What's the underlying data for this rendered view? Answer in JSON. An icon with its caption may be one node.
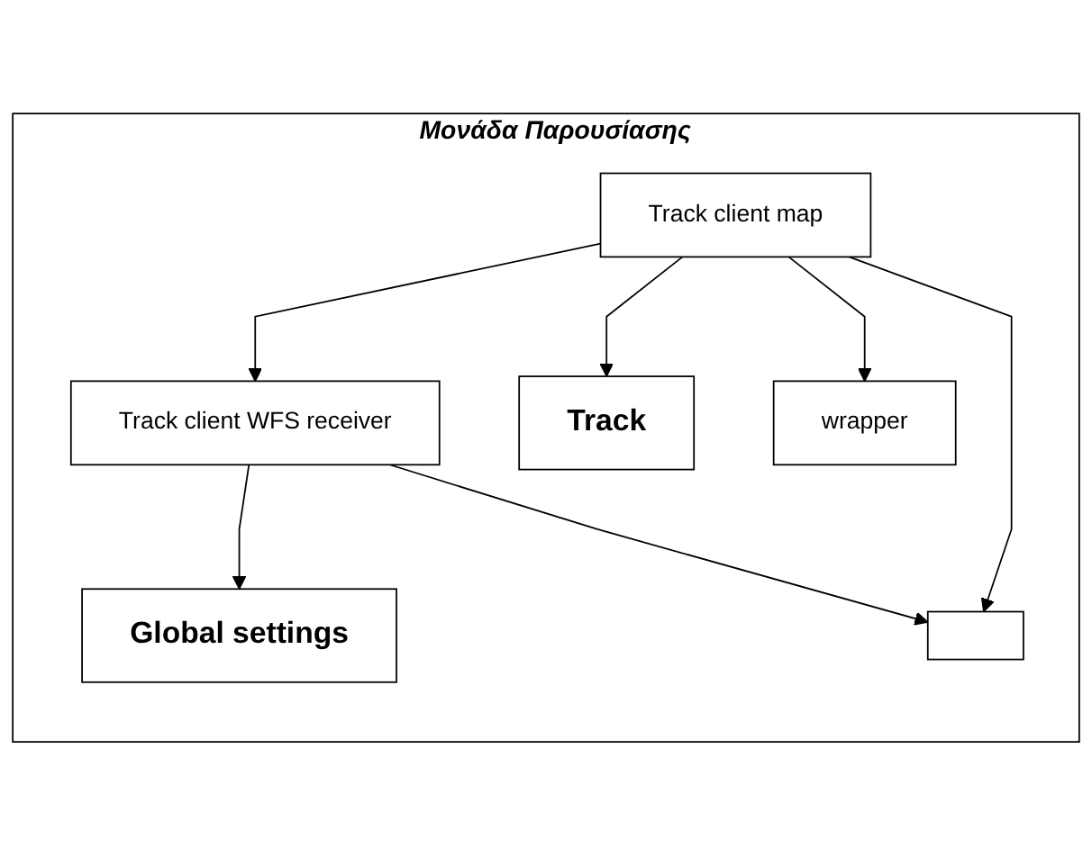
{
  "diagram": {
    "nodes": [
      {
        "text": [
          "Μονάδα Παρουσίασης"
        ]
      },
      {
        "text": [
          "Global settings"
        ],
        "in": 0
      },
      {
        "text": [
          "Track client WFS receiver"
        ],
        "in": 0
      },
      {
        "text": [],
        "shape": "box",
        "in": 0
      },
      {
        "text": [
          "Track"
        ],
        "in": 0
      },
      {
        "text": [
          "Track client map"
        ],
        "in": 0
      },
      {
        "text": [
          "wrapper"
        ],
        "in": 0
      }
    ],
    "edges": [
      {
        "from": 2,
        "to": 1,
        "arrow": "to"
      },
      {
        "from": 2,
        "to": 3,
        "arrow": "to"
      },
      {
        "from": 5,
        "to": 2,
        "arrow": "to"
      },
      {
        "from": 5,
        "to": 3,
        "arrow": "to"
      },
      {
        "from": 5,
        "to": 4,
        "arrow": "to"
      },
      {
        "from": 5,
        "to": 6,
        "arrow": "to"
      }
    ]
  }
}
